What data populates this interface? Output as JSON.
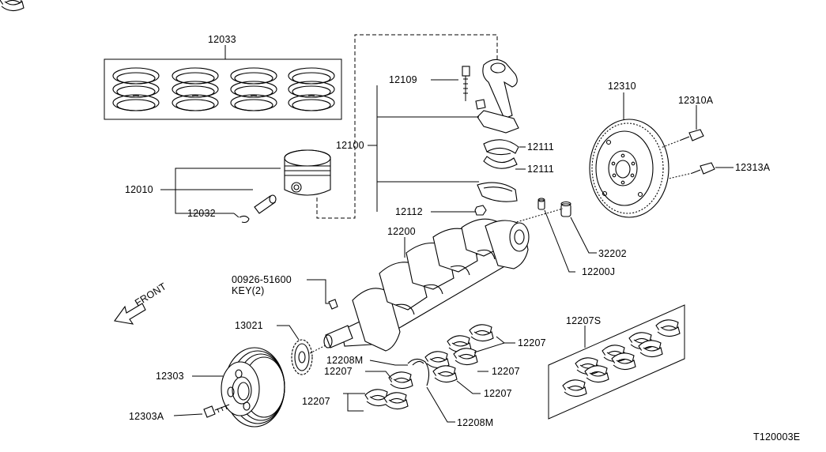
{
  "diagram_id": "T120003E",
  "front_label": "FRONT",
  "labels": {
    "piston_ring_set": "12033",
    "piston": "12010",
    "piston_pin_clip": "12032",
    "conrod_bolt": "12109",
    "conrod_assembly": "12100",
    "conrod_bearing_upper": "12111",
    "conrod_bearing_lower": "12111",
    "conrod_nut": "12112",
    "crankshaft": "12200",
    "key_part_no": "00926-51600",
    "key_note": "KEY(2)",
    "crank_sprocket": "13021",
    "crank_pulley": "12303",
    "pulley_bolt": "12303A",
    "flywheel": "12310",
    "flywheel_bolt_a": "12310A",
    "flywheel_bolt_b": "12313A",
    "pilot_bushing": "32202",
    "crank_pin": "12200J",
    "main_bearing_1": "12207",
    "main_bearing_2": "12207",
    "main_bearing_3": "12207",
    "main_bearing_4": "12207",
    "main_bearing_5": "12207",
    "thrust_bearing_top": "12208M",
    "thrust_bearing_bottom": "12208M",
    "main_bearing_set": "12207S"
  }
}
